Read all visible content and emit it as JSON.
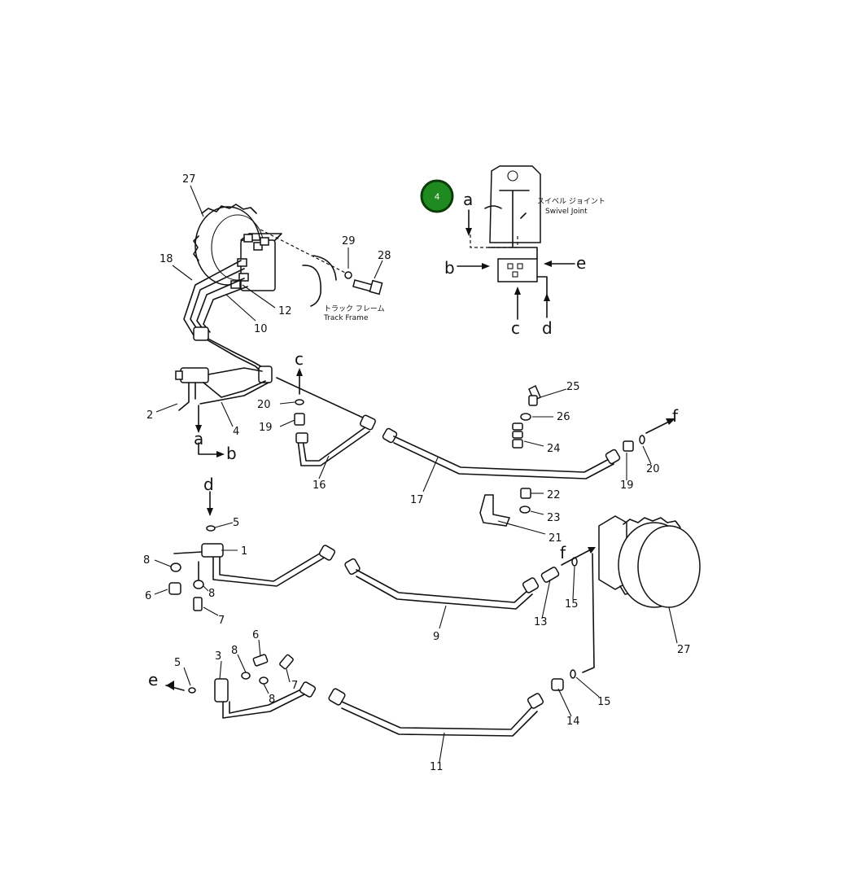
{
  "badge": {
    "value": "4",
    "color": "#1f8a1f"
  },
  "notes": {
    "track_frame_jp": "トラック フレーム",
    "track_frame_en": "Track Frame",
    "swivel_joint_jp": "スイベル ジョイント",
    "swivel_joint_en": "Swivel Joint"
  },
  "callouts": {
    "p1": "1",
    "p2": "2",
    "p3": "3",
    "p4": "4",
    "p5a": "5",
    "p5b": "5",
    "p6a": "6",
    "p6b": "6",
    "p7a": "7",
    "p7b": "7",
    "p8a": "8",
    "p8b": "8",
    "p8c": "8",
    "p8d": "8",
    "p9": "9",
    "p10": "10",
    "p11": "11",
    "p12": "12",
    "p13": "13",
    "p14": "14",
    "p15a": "15",
    "p15b": "15",
    "p16": "16",
    "p17": "17",
    "p18": "18",
    "p19a": "19",
    "p19b": "19",
    "p20a": "20",
    "p20b": "20",
    "p21": "21",
    "p22": "22",
    "p23": "23",
    "p24": "24",
    "p25": "25",
    "p26": "26",
    "p27a": "27",
    "p27b": "27",
    "p28": "28",
    "p29": "29"
  },
  "connections": {
    "a_top": "a",
    "b_top": "b",
    "c_top": "c",
    "d_top": "d",
    "e_top": "e",
    "a_mid": "a",
    "b_mid": "b",
    "c_mid": "c",
    "d_mid": "d",
    "f_right": "f",
    "f_lower": "f",
    "e_lower": "e"
  }
}
